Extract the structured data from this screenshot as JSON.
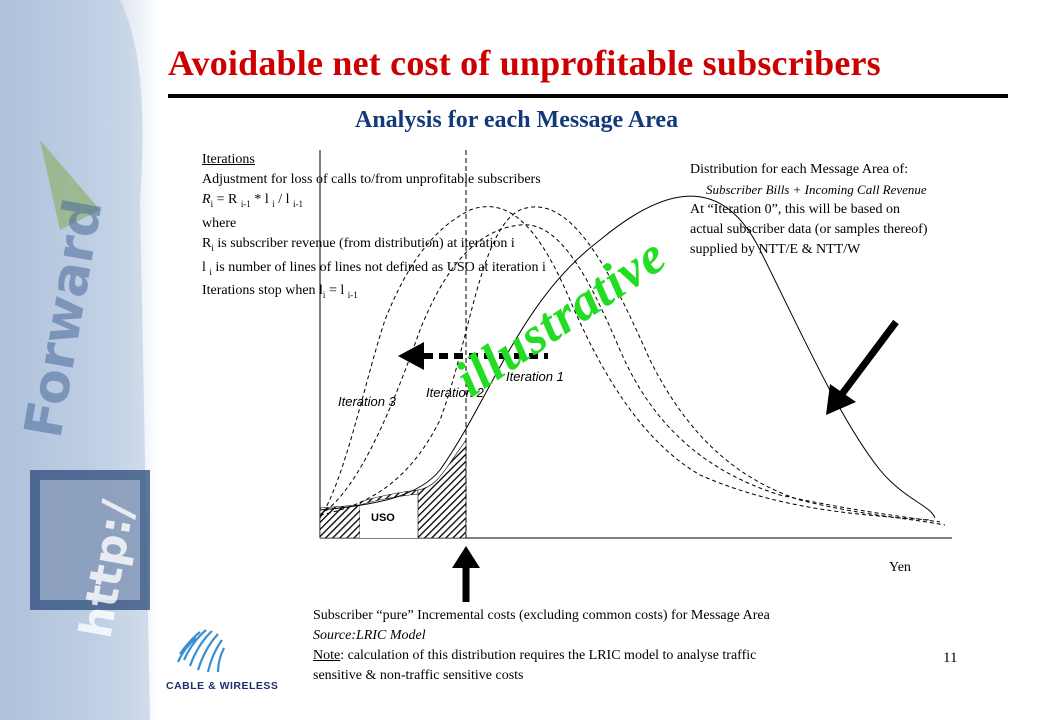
{
  "title": "Avoidable net cost of unprofitable subscribers",
  "subtitle": "Analysis for each Message Area",
  "iterations": {
    "heading": "Iterations",
    "line1": "Adjustment for loss of calls to/from unprofitable subscribers",
    "formula_r": "R",
    "formula_i": "i",
    "formula_eq": " = R ",
    "formula_im1": "i-1",
    "formula_mul": " * l ",
    "formula_div": " / l ",
    "where": "where",
    "r_desc": " is subscriber revenue (from distribution) at iteration i",
    "l_desc": " is number of lines of lines not defined as USO at iteration i",
    "stop_text": "Iterations stop when l",
    "stop_eq": " = l "
  },
  "distribution": {
    "line1": "Distribution for each Message Area of:",
    "line2": "Subscriber Bills + Incoming Call Revenue",
    "line3": "At “Iteration 0”, this will be based on",
    "line4": "actual subscriber data (or samples thereof)",
    "line5": "supplied by NTT/E & NTT/W"
  },
  "chart": {
    "iteration1": "Iteration 1",
    "iteration2": "Iteration 2",
    "iteration3": "Iteration 3",
    "uso": "USO",
    "x_unit": "Yen",
    "stamp": "illustrative"
  },
  "subscriber_costs": {
    "line1": "Subscriber “pure” Incremental costs (excluding common costs) for Message Area",
    "source": "Source:LRIC Model",
    "note_label": "Note",
    "note_text": ": calculation of this distribution requires the LRIC model to analyse traffic",
    "note_line2": "sensitive & non-traffic sensitive costs"
  },
  "background": {
    "watermark_word": "Forward",
    "watermark_url": "http:/"
  },
  "logo": {
    "name": "CABLE & WIRELESS"
  },
  "page_number": "11",
  "colors": {
    "title": "#cc0000",
    "subtitle": "#123a7a",
    "stamp": "#22dd22",
    "watermark_panel": "#b9c9df"
  }
}
